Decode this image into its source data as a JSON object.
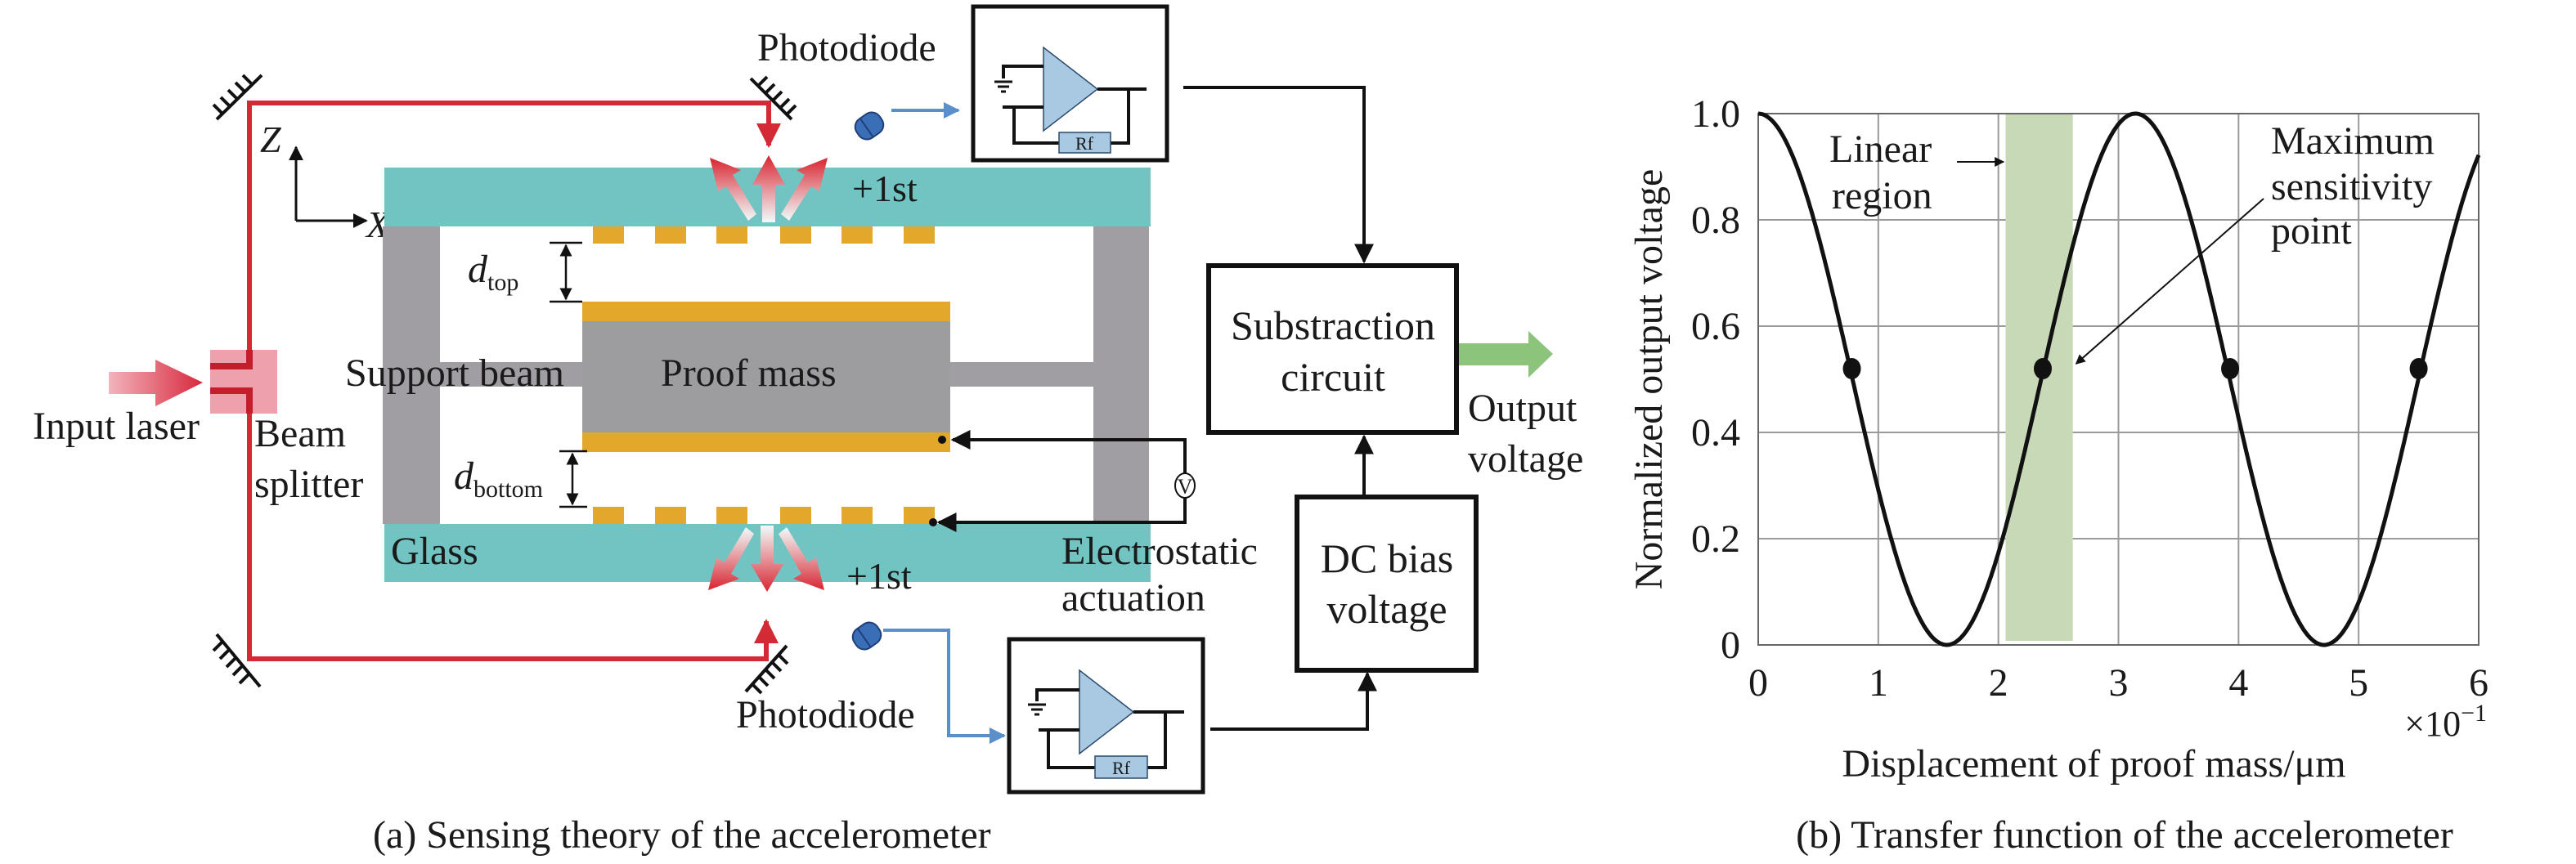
{
  "panel_a": {
    "caption": "(a) Sensing theory of the accelerometer",
    "labels": {
      "photodiode_top": "Photodiode",
      "photodiode_bottom": "Photodiode",
      "order_top": "+1st",
      "order_bottom": "+1st",
      "axis_z": "Z",
      "axis_x": "X",
      "d": "d",
      "d_top_sub": "top",
      "d_bottom_sub": "bottom",
      "support_beam": "Support beam",
      "proof_mass": "Proof mass",
      "input_laser": "Input laser",
      "beam_splitter_1": "Beam",
      "beam_splitter_2": "splitter",
      "glass": "Glass",
      "electrostatic_1": "Electrostatic",
      "electrostatic_2": "actuation",
      "subtraction_1": "Substraction",
      "subtraction_2": "circuit",
      "output_1": "Output",
      "output_2": "voltage",
      "dc_bias_1": "DC bias",
      "dc_bias_2": "voltage",
      "voltmeter": "V",
      "rf_top": "Rf",
      "rf_bottom": "Rf"
    },
    "colors": {
      "laser": "#d42a35",
      "glass": "#72c4c2",
      "silicon": "#a09ea3",
      "electrode": "#e3a82b",
      "amp": "#a9c8e2",
      "signal_wire": "#5b8fc9",
      "photodiode": "#3a6fb8",
      "output_arrow": "#8dc47c",
      "beam_splitter": "#eea0ad"
    }
  },
  "panel_b": {
    "caption": "(b) Transfer function of the accelerometer",
    "annotations": {
      "linear_1": "Linear",
      "linear_2": "region",
      "max_1": "Maximum",
      "max_2": "sensitivity",
      "max_3": "point",
      "x_multiplier_base": "×10",
      "x_multiplier_exp": "−1"
    }
  },
  "chart_data": {
    "type": "line",
    "title": "",
    "xlabel": "Displacement of proof mass/μm",
    "ylabel": "Normalized output voltage",
    "x_scale_note": "×10^-1",
    "xlim": [
      0,
      6
    ],
    "ylim": [
      0,
      1.0
    ],
    "xticks": [
      "0",
      "1",
      "2",
      "3",
      "4",
      "5",
      "6"
    ],
    "yticks": [
      "0",
      "0.2",
      "0.4",
      "0.6",
      "0.8",
      "1.0"
    ],
    "grid": true,
    "series": [
      {
        "name": "transfer function",
        "function": "cos^2(x)",
        "x": [
          0,
          0.25,
          0.5,
          0.75,
          1.0,
          1.25,
          1.5,
          1.571,
          1.75,
          2.0,
          2.25,
          2.5,
          2.75,
          3.0,
          3.142,
          3.25,
          3.5,
          3.75,
          4.0,
          4.25,
          4.5,
          4.712,
          4.75,
          5.0,
          5.25,
          5.5,
          5.75,
          6.0
        ],
        "y": [
          1.0,
          0.939,
          0.77,
          0.535,
          0.292,
          0.099,
          0.005,
          0.0,
          0.032,
          0.173,
          0.395,
          0.642,
          0.854,
          0.98,
          1.0,
          0.988,
          0.878,
          0.672,
          0.427,
          0.198,
          0.045,
          0.0,
          0.001,
          0.08,
          0.264,
          0.503,
          0.741,
          0.922
        ]
      }
    ],
    "markers": {
      "name": "quadrature points",
      "x": [
        0.78,
        2.37,
        3.93,
        5.5
      ],
      "y": [
        0.52,
        0.52,
        0.52,
        0.52
      ]
    },
    "shaded_region": {
      "label": "Linear region",
      "x": [
        2.06,
        2.62
      ],
      "y": [
        0,
        1.0
      ],
      "color": "#c8d9b8"
    },
    "annotations": [
      {
        "text": "Linear region",
        "points_to": "shaded_region"
      },
      {
        "text": "Maximum sensitivity point",
        "points_to_x": 2.62,
        "points_to_y": 0.52
      }
    ]
  }
}
